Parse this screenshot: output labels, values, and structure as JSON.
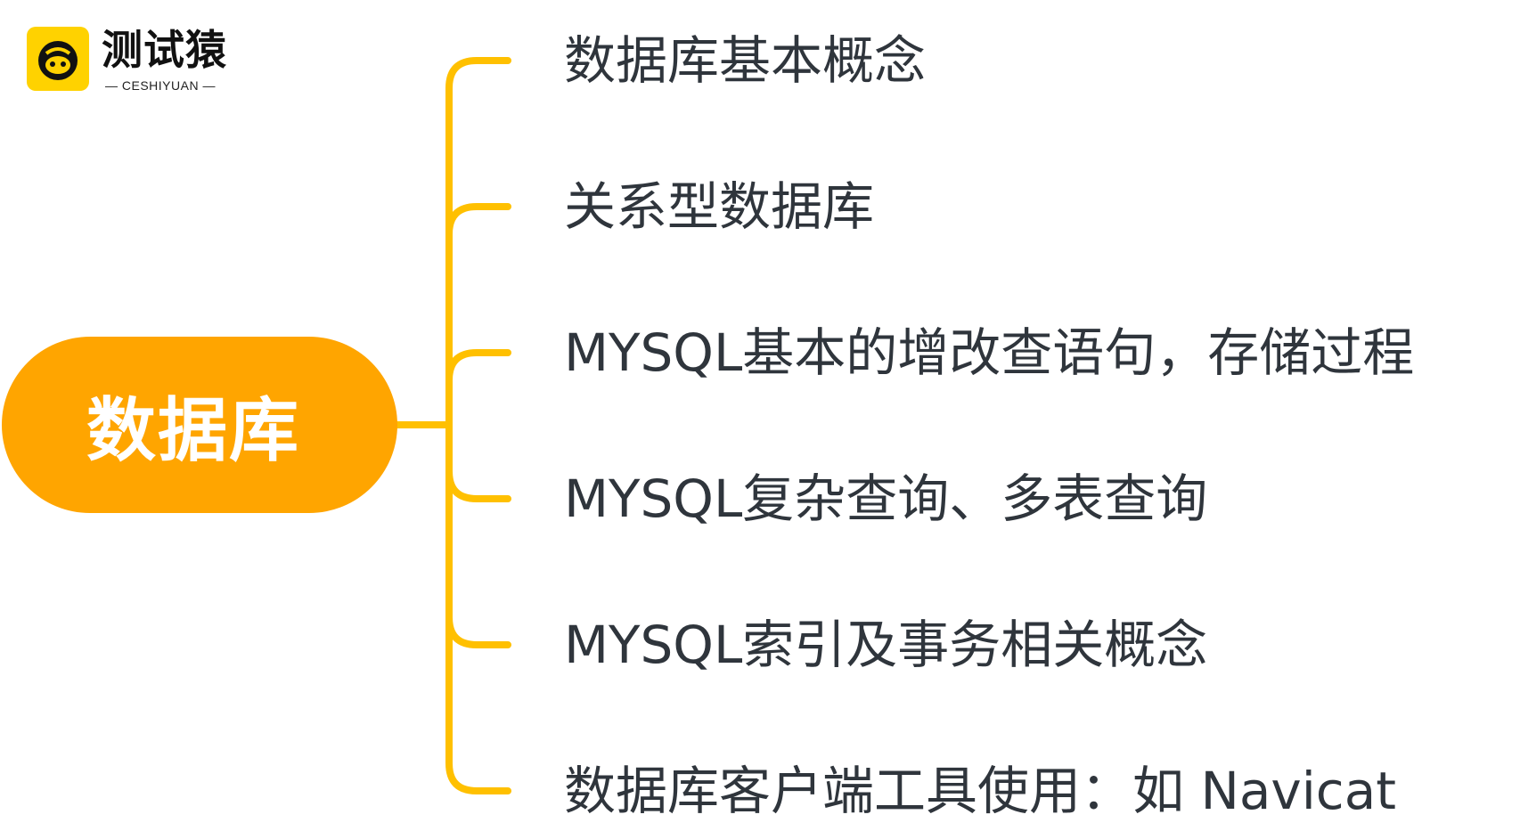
{
  "logo": {
    "name": "测试猿",
    "subtitle": "— CESHIYUAN —"
  },
  "mindmap": {
    "root": "数据库",
    "branches": [
      "数据库基本概念",
      "关系型数据库",
      "MYSQL基本的增改查语句，存储过程",
      "MYSQL复杂查询、多表查询",
      "MYSQL索引及事务相关概念",
      "数据库客户端工具使用：如 Navicat"
    ]
  },
  "colors": {
    "root_fill": "#FFA500",
    "connector": "#FFC000",
    "text": "#2f353c",
    "logo_yellow": "#FFD200"
  }
}
